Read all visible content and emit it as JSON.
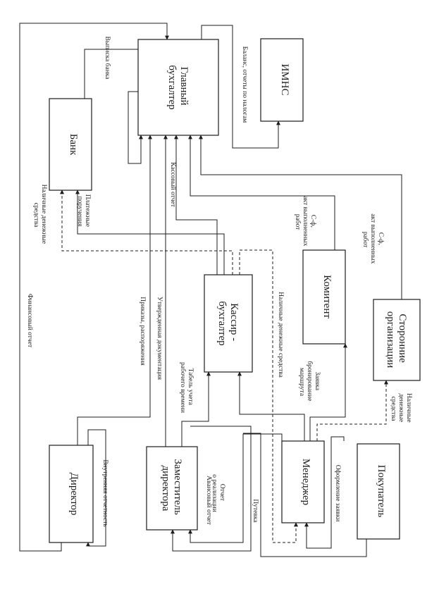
{
  "boxes": {
    "chief_accountant": [
      "Главный",
      "бухгалтер"
    ],
    "imns": "ИМНС",
    "bank": "Банк",
    "cashier": [
      "Кассир -",
      "бухгалтер"
    ],
    "komitent": "Комитент",
    "third_party": [
      "Сторонние",
      "организации"
    ],
    "director": "Директор",
    "deputy": [
      "Заместитель",
      "директора"
    ],
    "manager": "Менеджер",
    "buyer": "Покупатель"
  },
  "flows": {
    "bank_statement": "Выписка банка",
    "balance_reports": "Баланс, отчеты по налогам",
    "cash_to_bank": [
      "Наличные денежные",
      "средства"
    ],
    "payment_orders": [
      "Платежные",
      "поручения"
    ],
    "cash_report": "Кассовый отчет",
    "orders_directives": "Приказы, распоряжения",
    "approved_docs": "Утвержденная документация",
    "financial_report": "Финансовый отчет",
    "internal_reporting": "Внутренняя отчетность",
    "timesheet": [
      "Табель учета",
      "рабочего времени"
    ],
    "cash_funds": "Наличные денежные средства",
    "invoice_komitent": [
      "С-ф,",
      "акт выполненных",
      "работ"
    ],
    "invoice_third": [
      "С-ф,",
      "акт выполненных",
      "работ"
    ],
    "booking_request": [
      "Заявка",
      "бронирование",
      "маршрута"
    ],
    "cash_third_party": [
      "Наличные",
      "денежные",
      "средства"
    ],
    "advance_report": "Авансовый отчет",
    "sales_report": [
      "Отчет",
      "о реализации"
    ],
    "voucher": "Путевка",
    "order_processing": "Оформление заявки"
  }
}
